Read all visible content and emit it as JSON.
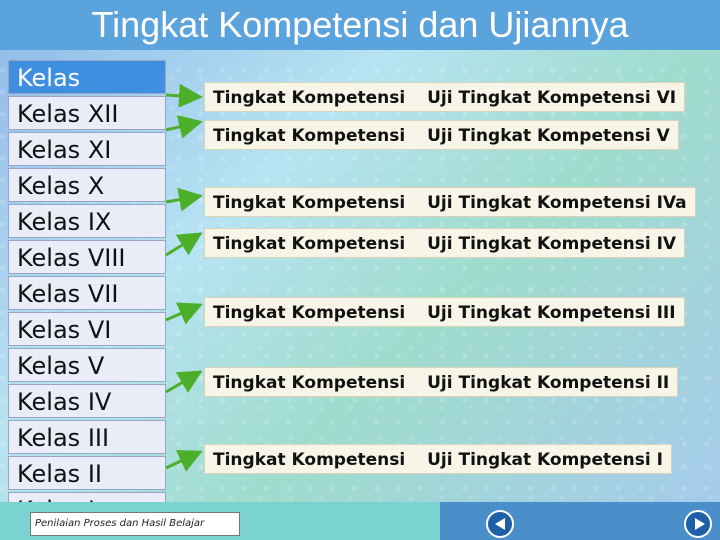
{
  "title": "Tingkat Kompetensi dan Ujiannya",
  "classes": [
    "Kelas",
    "Kelas XII",
    "Kelas XI",
    "Kelas X",
    "Kelas IX",
    "Kelas VIII",
    "Kelas VII",
    "Kelas VI",
    "Kelas V",
    "Kelas IV",
    "Kelas III",
    "Kelas II",
    "Kelas I"
  ],
  "levels": [
    {
      "left": "Tingkat Kompetensi",
      "right": "Uji Tingkat Kompetensi VI"
    },
    {
      "left": "Tingkat Kompetensi",
      "right": "Uji Tingkat Kompetensi V"
    },
    {
      "left": "Tingkat Kompetensi",
      "right": "Uji Tingkat Kompetensi IVa"
    },
    {
      "left": "Tingkat Kompetensi",
      "right": "Uji Tingkat Kompetensi IV"
    },
    {
      "left": "Tingkat Kompetensi",
      "right": "Uji Tingkat Kompetensi III"
    },
    {
      "left": "Tingkat Kompetensi",
      "right": "Uji Tingkat Kompetensi II"
    },
    {
      "left": "Tingkat Kompetensi",
      "right": "Uji Tingkat Kompetensi I"
    }
  ],
  "footer": {
    "label": "Penilaian Proses dan Hasil Belajar"
  },
  "colors": {
    "title_bar": "#5aa3dc",
    "arrow": "#4caf2a",
    "box": "#f7f5e8"
  },
  "icons": {
    "prev": "prev-arrow-icon",
    "next": "next-arrow-icon"
  }
}
